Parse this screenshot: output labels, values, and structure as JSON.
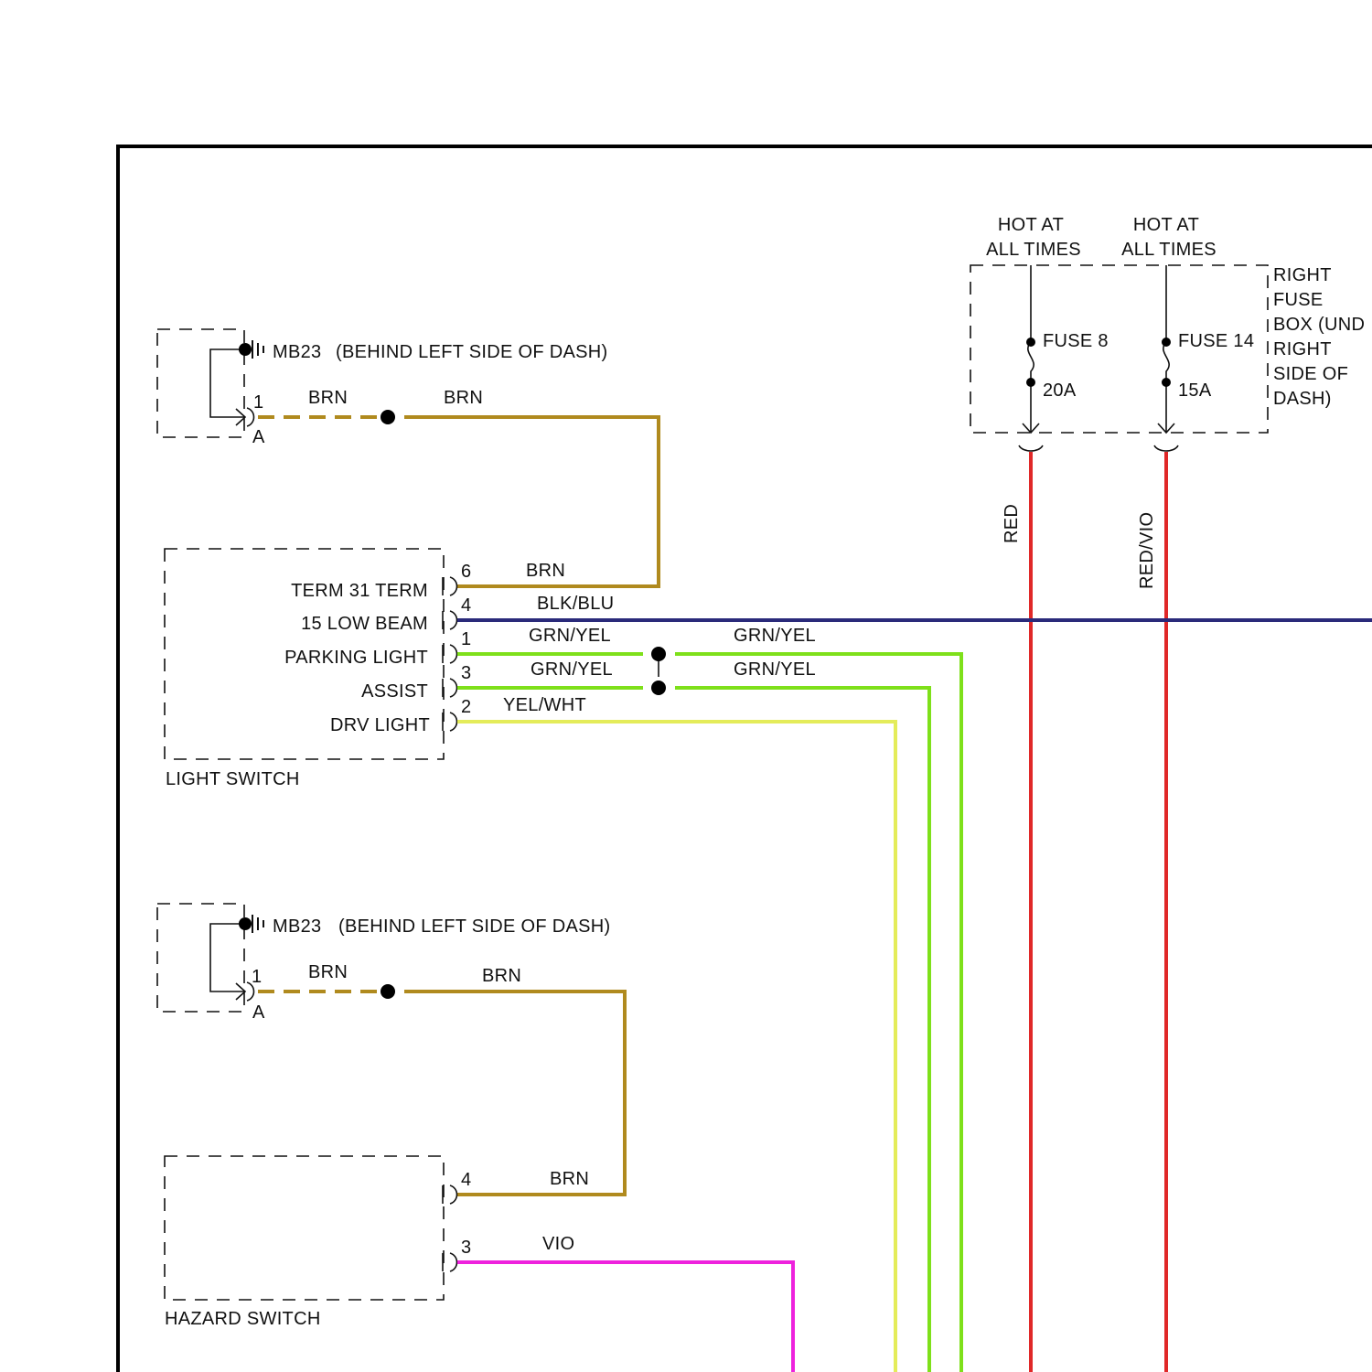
{
  "colors": {
    "brn": "#b08a1e",
    "blk_blu": "#2a2a7a",
    "grn_yel": "#7ee01a",
    "yel_wht": "#e4ec5a",
    "vio": "#ee22dd",
    "red": "#e02828",
    "frame": "#000000"
  },
  "icons": [
    "ground-icon",
    "connector-icon",
    "fuse-icon",
    "splice-dot-icon"
  ],
  "ground_top": {
    "label": "MB23",
    "location": "(BEHIND LEFT SIDE OF DASH)",
    "pin": "1",
    "connector": "A"
  },
  "ground_bottom": {
    "label": "MB23",
    "location": "(BEHIND LEFT SIDE OF DASH)",
    "pin": "1",
    "connector": "A"
  },
  "light_switch": {
    "title": "LIGHT SWITCH",
    "terminals": [
      {
        "label": "TERM 31 TERM",
        "pin": "6",
        "wire": "BRN"
      },
      {
        "label": "15 LOW BEAM",
        "pin": "4",
        "wire": "BLK/BLU"
      },
      {
        "label": "PARKING LIGHT",
        "pin": "1",
        "wire": "GRN/YEL"
      },
      {
        "label": "ASSIST",
        "pin": "3",
        "wire": "GRN/YEL"
      },
      {
        "label": "DRV LIGHT",
        "pin": "2",
        "wire": "YEL/WHT"
      }
    ]
  },
  "hazard_switch": {
    "title": "HAZARD SWITCH",
    "terminals": [
      {
        "pin": "4",
        "wire": "BRN"
      },
      {
        "pin": "3",
        "wire": "VIO"
      }
    ]
  },
  "wires": {
    "top_ground_left": "BRN",
    "top_ground_right": "BRN",
    "bottom_ground_left": "BRN",
    "bottom_ground_right": "BRN",
    "grn_yel_1_right": "GRN/YEL",
    "grn_yel_3_right": "GRN/YEL",
    "fuse8_wire": "RED",
    "fuse14_wire": "RED/VIO"
  },
  "fuse_box": {
    "name_lines": [
      "RIGHT",
      "FUSE",
      "BOX (UND",
      "RIGHT",
      "SIDE OF",
      "DASH)"
    ],
    "fuses": [
      {
        "hot1": "HOT AT",
        "hot2": "ALL TIMES",
        "name": "FUSE 8",
        "rating": "20A"
      },
      {
        "hot1": "HOT AT",
        "hot2": "ALL TIMES",
        "name": "FUSE 14",
        "rating": "15A"
      }
    ]
  }
}
